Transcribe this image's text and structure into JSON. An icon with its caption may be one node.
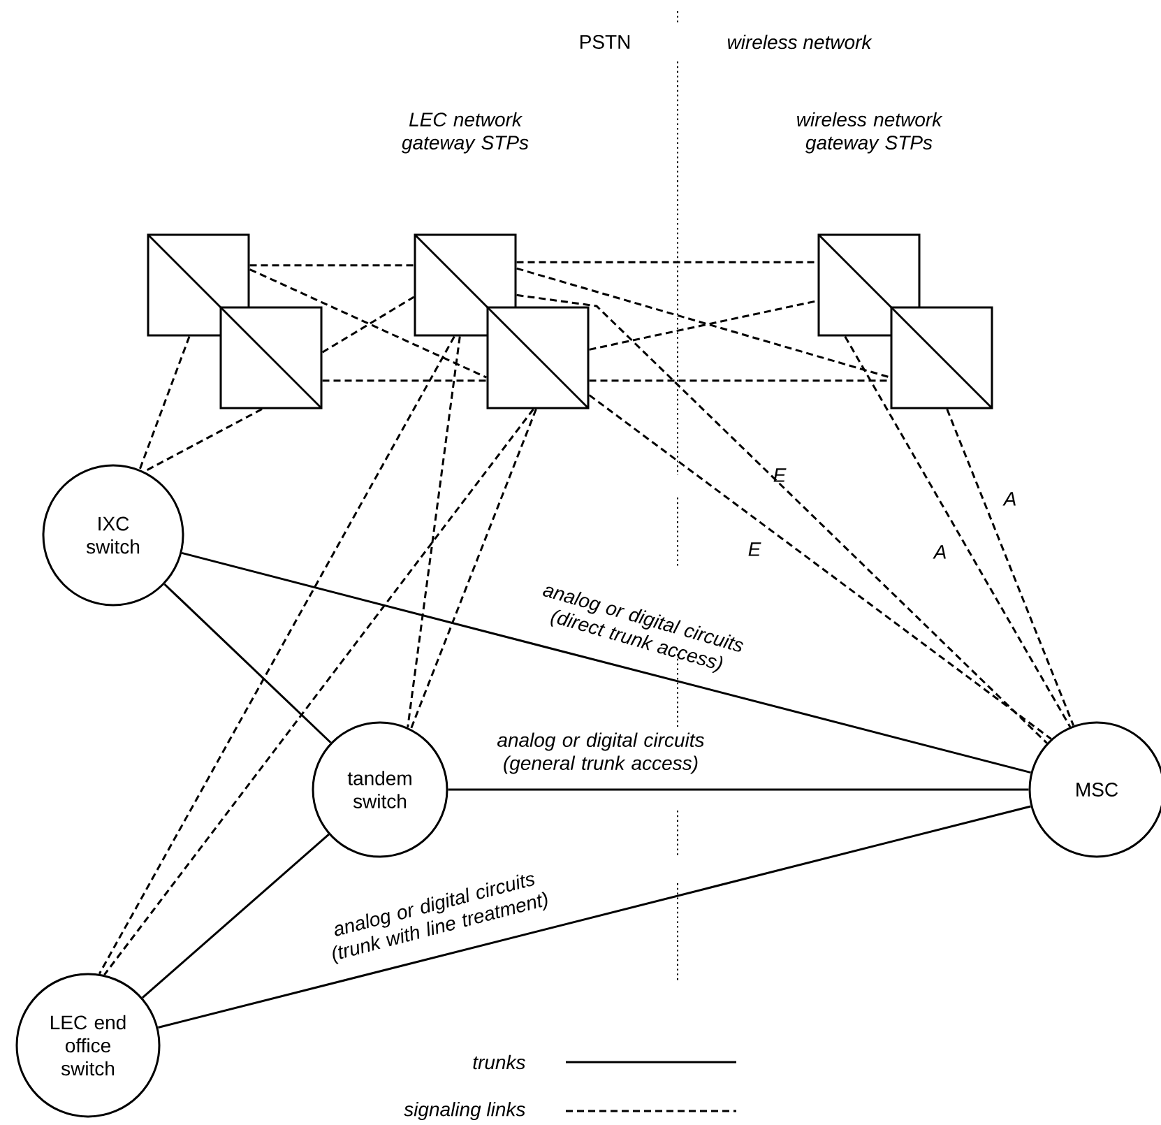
{
  "diagram": {
    "nodes": [
      {
        "text": [],
        "shape": "box"
      },
      {
        "text": [],
        "shape": "box"
      },
      {
        "text": [],
        "shape": "box"
      },
      {
        "text": [],
        "shape": "box"
      },
      {
        "text": [],
        "shape": "box"
      },
      {
        "text": [],
        "shape": "box"
      },
      {
        "text": [
          "IXC switch"
        ]
      },
      {
        "text": [
          "tandem switch"
        ]
      },
      {
        "text": [
          "MSC"
        ]
      },
      {
        "text": [
          "LEC end office switch"
        ]
      }
    ],
    "edges": [
      {
        "from": 0,
        "to": 2,
        "arrow": "none",
        "style": "dashed"
      },
      {
        "from": 0,
        "to": 3,
        "arrow": "none",
        "style": "dashed"
      },
      {
        "from": 1,
        "to": 2,
        "arrow": "none",
        "style": "dashed"
      },
      {
        "from": 1,
        "to": 3,
        "arrow": "none",
        "style": "dashed"
      },
      {
        "from": 2,
        "to": 4,
        "arrow": "none",
        "style": "dashed"
      },
      {
        "from": 2,
        "to": 5,
        "arrow": "none",
        "style": "dashed"
      },
      {
        "from": 3,
        "to": 4,
        "arrow": "none",
        "style": "dashed"
      },
      {
        "from": 3,
        "to": 5,
        "arrow": "none",
        "style": "dashed"
      },
      {
        "from": 0,
        "to": 6,
        "arrow": "none",
        "style": "dashed"
      },
      {
        "from": 1,
        "to": 6,
        "arrow": "none",
        "style": "dashed"
      },
      {
        "from": 2,
        "to": 7,
        "arrow": "none",
        "style": "dashed"
      },
      {
        "from": 2,
        "to": 9,
        "arrow": "none",
        "style": "dashed"
      },
      {
        "from": 3,
        "to": 7,
        "arrow": "none",
        "style": "dashed"
      },
      {
        "from": 3,
        "to": 9,
        "arrow": "none",
        "style": "dashed"
      },
      {
        "from": 2,
        "to": 8,
        "label": "E",
        "arrow": "none",
        "style": "dashed"
      },
      {
        "from": 3,
        "to": 8,
        "label": "E",
        "arrow": "none",
        "style": "dashed"
      },
      {
        "from": 4,
        "to": 8,
        "label": "A",
        "arrow": "none",
        "style": "dashed"
      },
      {
        "from": 5,
        "to": 8,
        "label": "A",
        "arrow": "none",
        "style": "dashed"
      },
      {
        "from": 6,
        "to": 8,
        "label": "analog or digital circuits (direct trunk access)",
        "arrow": "none"
      },
      {
        "from": 6,
        "to": 7,
        "arrow": "none"
      },
      {
        "from": 7,
        "to": 8,
        "label": "analog or digital circuits (general trunk access)",
        "arrow": "none"
      },
      {
        "from": 9,
        "to": 7,
        "arrow": "none"
      },
      {
        "from": 9,
        "to": 8,
        "label": "analog or digital circuits (trunk with line treatment)",
        "arrow": "none"
      }
    ],
    "labels": [
      "PSTN",
      "wireless network",
      "LEC network gateway STPs",
      "wireless network gateway STPs"
    ],
    "legend": [
      {
        "text": "trunks"
      },
      {
        "text": "signaling links"
      }
    ]
  }
}
